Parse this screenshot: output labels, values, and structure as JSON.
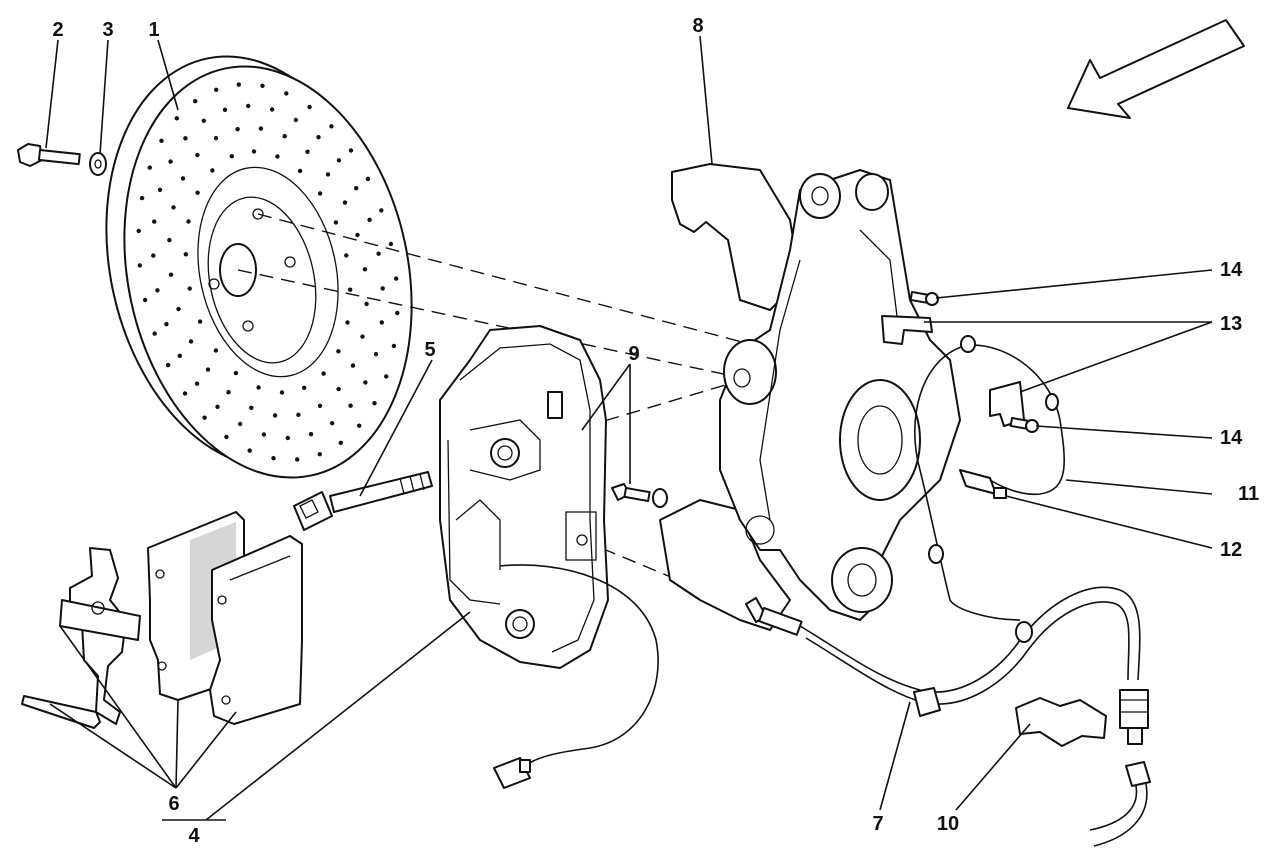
{
  "callouts": {
    "c1": "1",
    "c2": "2",
    "c3": "3",
    "c4": "4",
    "c5": "5",
    "c6": "6",
    "c7": "7",
    "c8": "8",
    "c9": "9",
    "c10": "10",
    "c11": "11",
    "c12": "12",
    "c13": "13",
    "c14a": "14",
    "c14b": "14"
  },
  "colors": {
    "ink": "#111111",
    "paper": "#ffffff",
    "pad_friction": "#d6d6d6"
  },
  "icons": {
    "direction": "arrow-icon"
  }
}
